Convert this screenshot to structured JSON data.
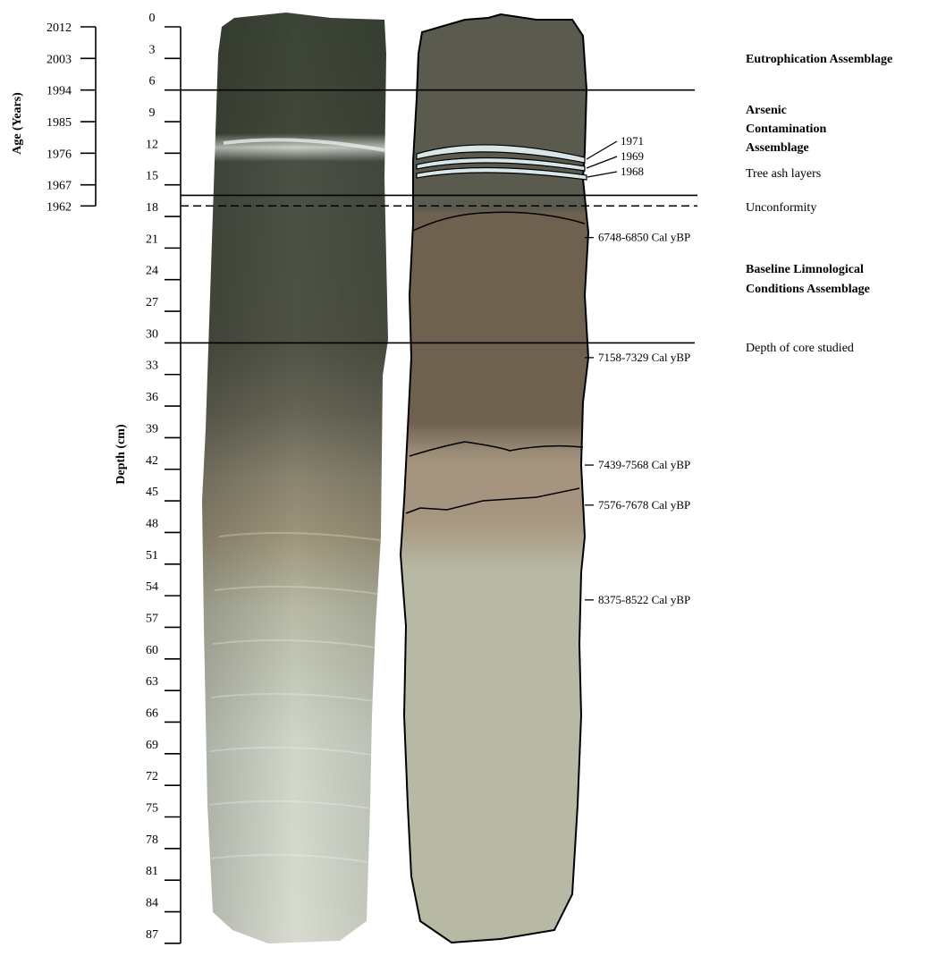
{
  "age_axis": {
    "title": "Age (Years)",
    "ticks": [
      {
        "label": "2012",
        "depth": 0
      },
      {
        "label": "2003",
        "depth": 3
      },
      {
        "label": "1994",
        "depth": 6
      },
      {
        "label": "1985",
        "depth": 9
      },
      {
        "label": "1976",
        "depth": 12
      },
      {
        "label": "1967",
        "depth": 15
      },
      {
        "label": "1962",
        "depth": 17
      }
    ]
  },
  "depth_axis": {
    "title": "Depth (cm)",
    "range": [
      0,
      87
    ],
    "ticks": [
      "0",
      "3",
      "6",
      "9",
      "12",
      "15",
      "18",
      "21",
      "24",
      "27",
      "30",
      "33",
      "36",
      "39",
      "42",
      "45",
      "48",
      "51",
      "54",
      "57",
      "60",
      "63",
      "66",
      "69",
      "72",
      "75",
      "78",
      "81",
      "84",
      "87"
    ]
  },
  "horizontal_markers": [
    {
      "depth": 6,
      "style": "solid",
      "name": "eutrophication-boundary-line"
    },
    {
      "depth": 16,
      "style": "solid",
      "name": "unconformity-line"
    },
    {
      "depth": 17,
      "style": "dashed",
      "name": "age-model-limit-line"
    },
    {
      "depth": 30,
      "style": "solid",
      "name": "depth-of-core-studied-line"
    }
  ],
  "ash_layers": [
    {
      "year": "1971",
      "depth": 12.8
    },
    {
      "year": "1969",
      "depth": 13.4
    },
    {
      "year": "1968",
      "depth": 14.0
    }
  ],
  "radiocarbon_dates": [
    {
      "label": "6748-6850 Cal yBP",
      "depth": 20.0
    },
    {
      "label": "7158-7329 Cal yBP",
      "depth": 31.4
    },
    {
      "label": "7439-7568 Cal yBP",
      "depth": 41.6
    },
    {
      "label": "7576-7678 Cal yBP",
      "depth": 45.4
    },
    {
      "label": "8375-8522 Cal yBP",
      "depth": 54.4
    }
  ],
  "annotations": {
    "eutrophication": "Eutrophication Assemblage",
    "arsenic_line1": "Arsenic",
    "arsenic_line2": "Contamination",
    "arsenic_line3": "Assemblage",
    "tree_ash": "Tree ash layers",
    "unconformity": "Unconformity",
    "baseline_line1": "Baseline Limnological",
    "baseline_line2": "Conditions Assemblage",
    "depth_studied": "Depth of core studied"
  },
  "colors": {
    "upper_unit": "#5b5a4e",
    "middle_unit": "#6e6150",
    "light_band": "#a59580",
    "lower_unit": "#b7b9a4",
    "ash_layer": "#d8e6e8",
    "photo_dark": "#3f4639",
    "photo_light": "#dfe6da"
  }
}
